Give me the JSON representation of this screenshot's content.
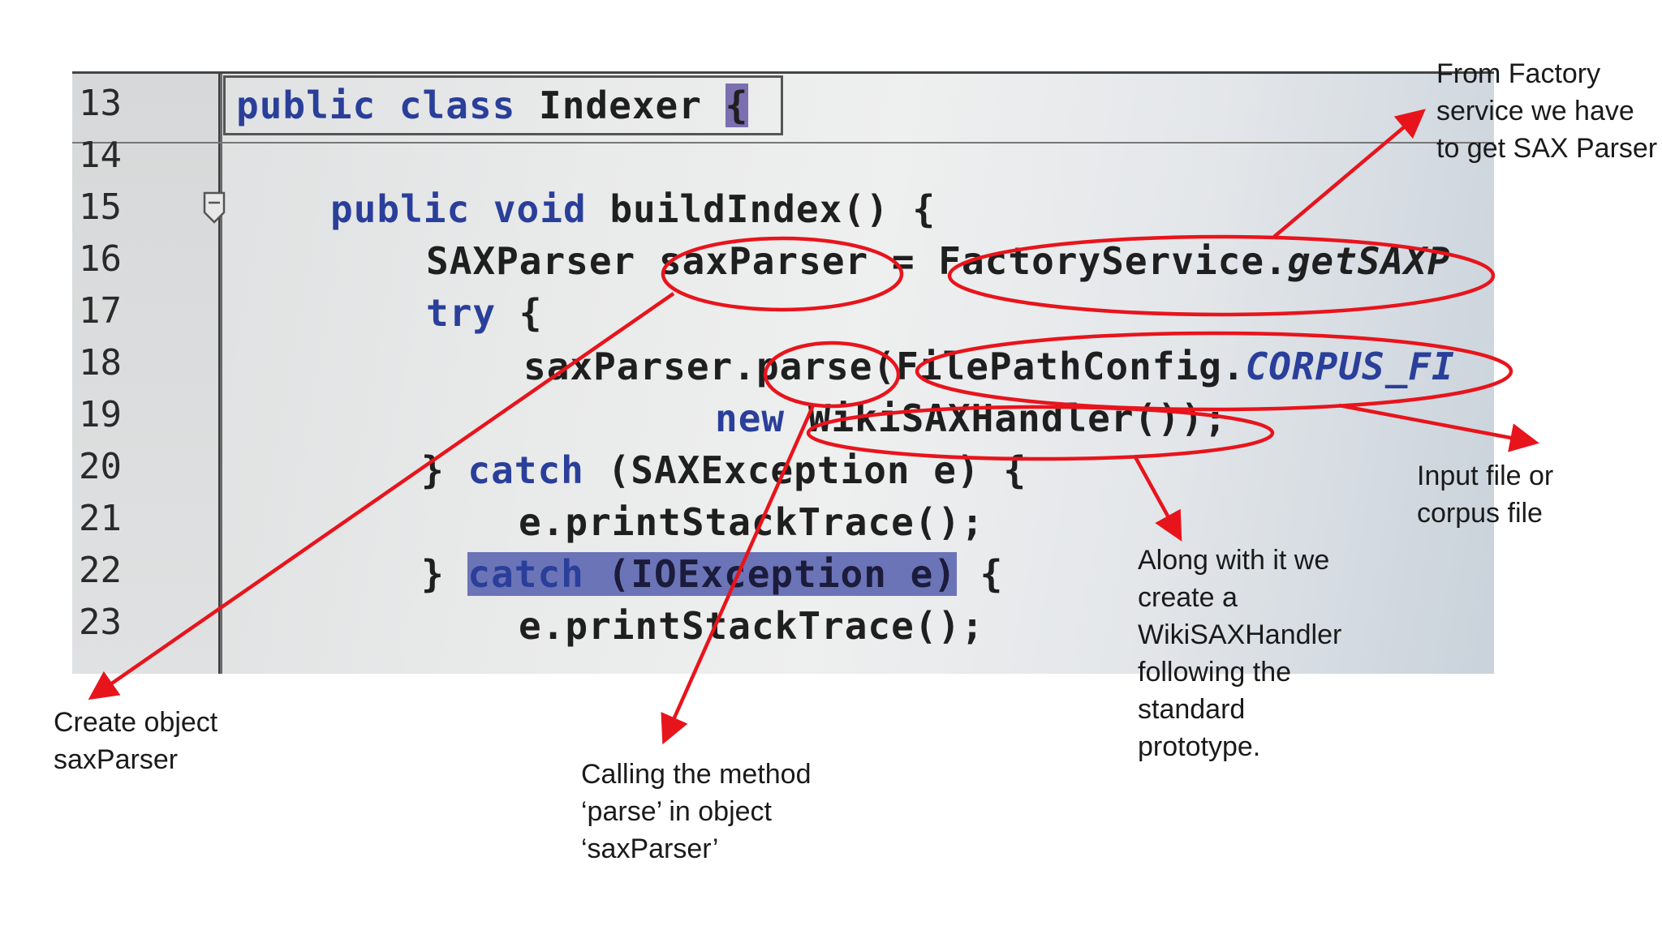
{
  "code": {
    "lines": [
      {
        "num": "13"
      },
      {
        "num": "14"
      },
      {
        "num": "15"
      },
      {
        "num": "16"
      },
      {
        "num": "17"
      },
      {
        "num": "18"
      },
      {
        "num": "19"
      },
      {
        "num": "20"
      },
      {
        "num": "21"
      },
      {
        "num": "22"
      },
      {
        "num": "23"
      }
    ],
    "l13": {
      "kw": "public class",
      "name": " Indexer ",
      "brace": "{"
    },
    "l15": {
      "kw": "public void",
      "rest": " buildIndex() {"
    },
    "l16": {
      "type": "SAXParser ",
      "var": "saxParser",
      "eq": " = ",
      "call": "FactoryService.",
      "method": "getSAXP"
    },
    "l17": {
      "kw": "try",
      "rest": " {"
    },
    "l18": {
      "obj": "saxParser.",
      "method": "parse",
      "paren": "(",
      "cls": "FilePathConfig.",
      "const": "CORPUS_FI"
    },
    "l19": {
      "kw": "new",
      "rest": " WikiSAXHandler());"
    },
    "l20": {
      "brace": "} ",
      "kw": "catch",
      "rest": " (SAXException e) {"
    },
    "l21": {
      "text": "e.printStackTrace();"
    },
    "l22": {
      "brace": "} ",
      "sel_kw": "catch",
      "sel_rest": " (IOException e)",
      "rest": " {"
    },
    "l23": {
      "text": "e.printStackTrace();"
    }
  },
  "annotations": {
    "factory": "From Factory\nservice we have\nto get SAX Parser",
    "input_file": "Input file or\ncorpus file",
    "handler": "Along with it we\ncreate a\nWikiSAXHandler\nfollowing the\nstandard\nprototype.",
    "create_object": "Create object\nsaxParser",
    "calling": "Calling the method\n‘parse’ in object\n‘saxParser’"
  },
  "colors": {
    "annotation_red": "#e8141c",
    "keyword_blue": "#2a3f9a",
    "selection": "#6c74b8"
  }
}
